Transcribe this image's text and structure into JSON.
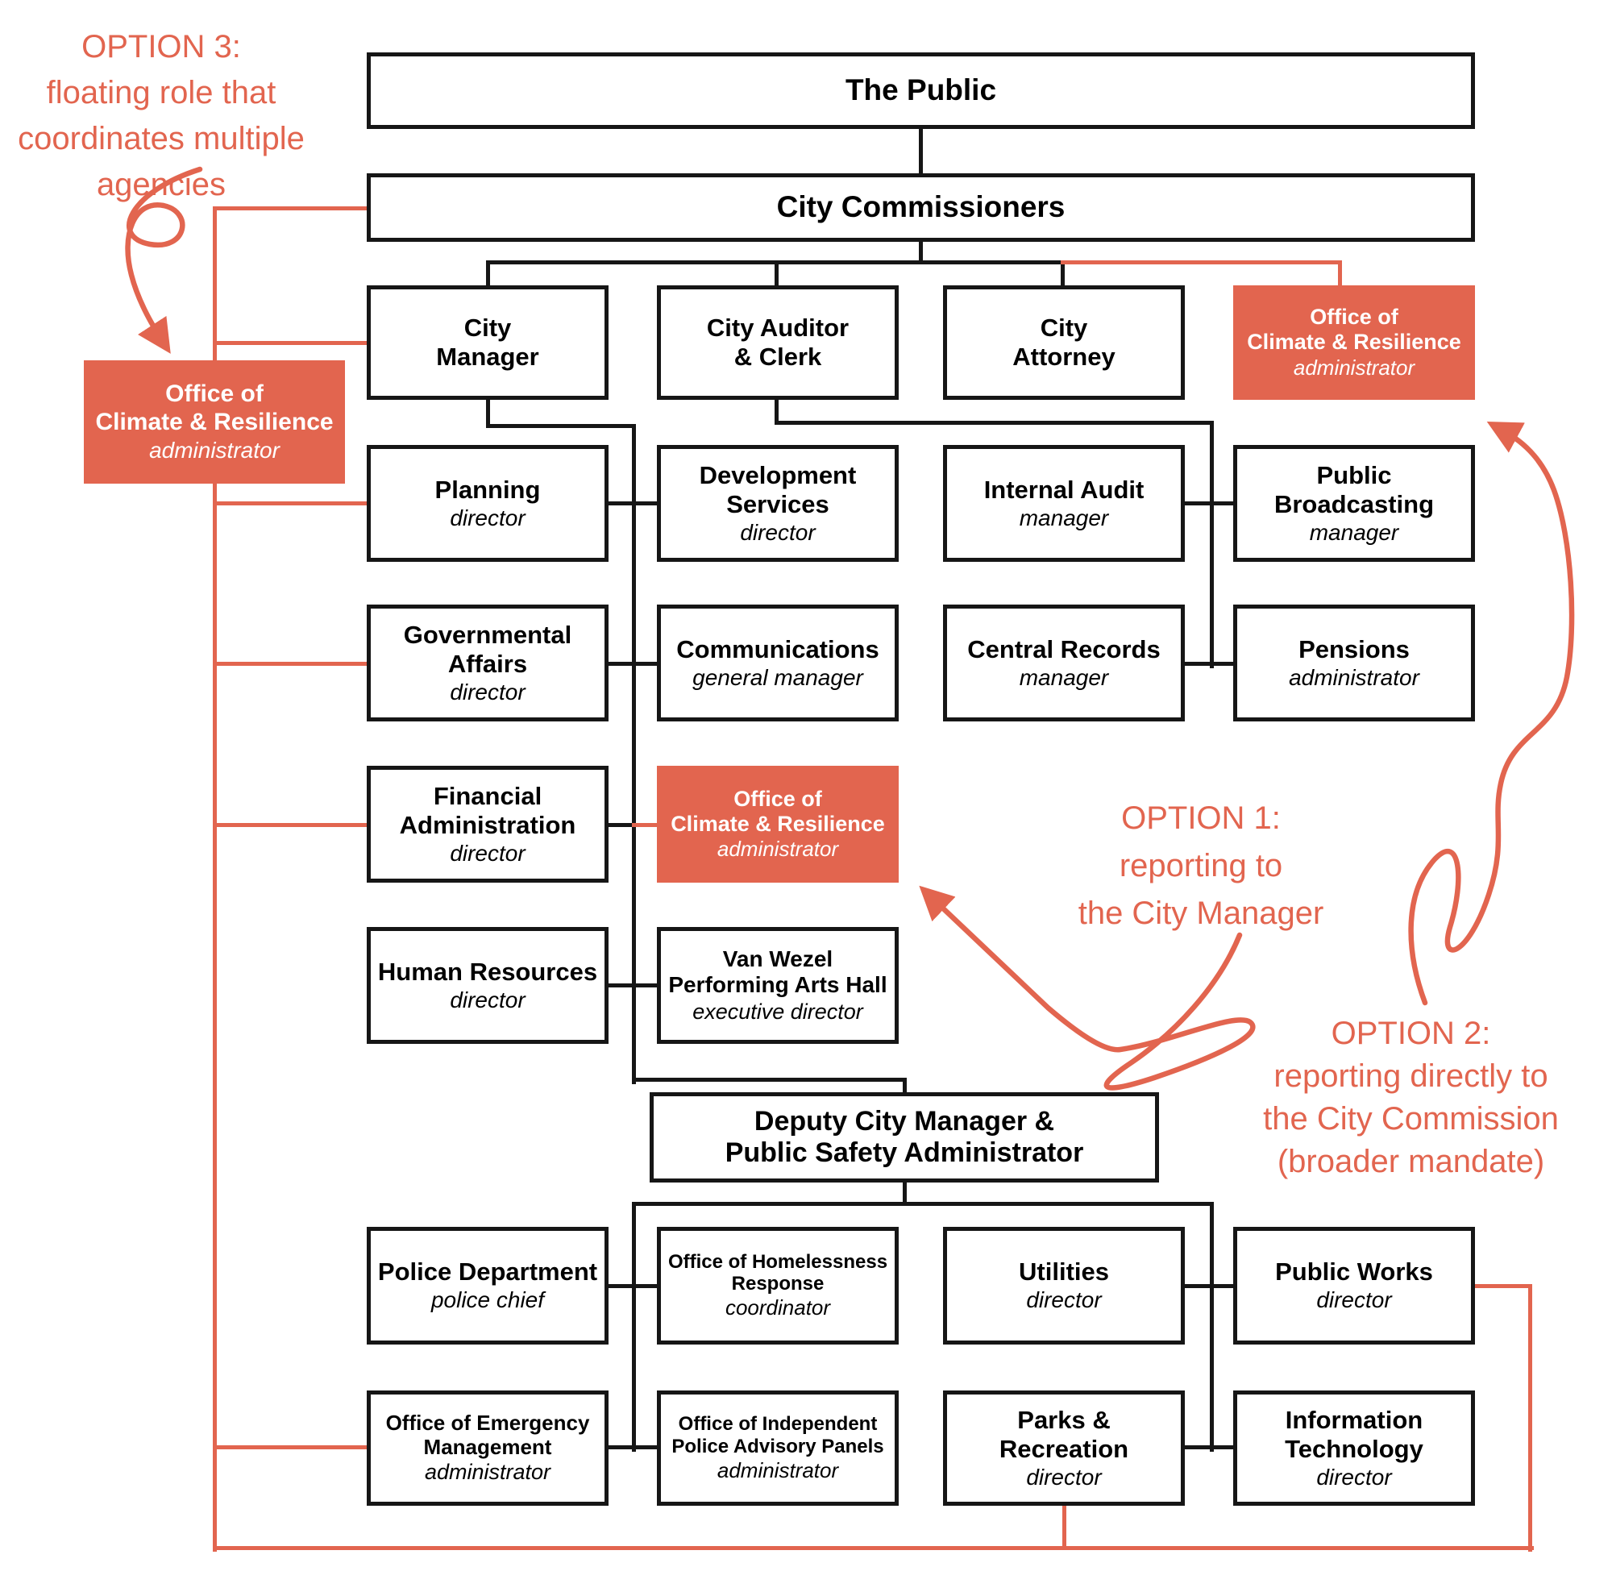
{
  "colors": {
    "accent": "#E2654F",
    "line": "#161616",
    "background": "#FFFFFF"
  },
  "boxes": [
    {
      "id": "the-public",
      "title_lines": [
        "The Public"
      ],
      "variant": "wide"
    },
    {
      "id": "city-commissioners",
      "title_lines": [
        "City Commissioners"
      ],
      "variant": "wide"
    },
    {
      "id": "city-manager",
      "title_lines": [
        "City",
        "Manager"
      ]
    },
    {
      "id": "city-auditor-clerk",
      "title_lines": [
        "City Auditor",
        "& Clerk"
      ]
    },
    {
      "id": "city-attorney",
      "title_lines": [
        "City",
        "Attorney"
      ]
    },
    {
      "id": "ocr-commission",
      "title_lines": [
        "Office of",
        "Climate & Resilience"
      ],
      "subtitle": "administrator",
      "variant": "accent"
    },
    {
      "id": "planning",
      "title_lines": [
        "Planning"
      ],
      "subtitle": "director"
    },
    {
      "id": "development-services",
      "title_lines": [
        "Development",
        "Services"
      ],
      "subtitle": "director"
    },
    {
      "id": "internal-audit",
      "title_lines": [
        "Internal Audit"
      ],
      "subtitle": "manager"
    },
    {
      "id": "public-broadcasting",
      "title_lines": [
        "Public",
        "Broadcasting"
      ],
      "subtitle": "manager"
    },
    {
      "id": "governmental-affairs",
      "title_lines": [
        "Governmental",
        "Affairs"
      ],
      "subtitle": "director"
    },
    {
      "id": "communications",
      "title_lines": [
        "Communications"
      ],
      "subtitle": "general manager"
    },
    {
      "id": "central-records",
      "title_lines": [
        "Central Records"
      ],
      "subtitle": "manager"
    },
    {
      "id": "pensions",
      "title_lines": [
        "Pensions"
      ],
      "subtitle": "administrator"
    },
    {
      "id": "financial-administration",
      "title_lines": [
        "Financial",
        "Administration"
      ],
      "subtitle": "director"
    },
    {
      "id": "ocr-city-manager",
      "title_lines": [
        "Office of",
        "Climate & Resilience"
      ],
      "subtitle": "administrator",
      "variant": "accent"
    },
    {
      "id": "human-resources",
      "title_lines": [
        "Human Resources"
      ],
      "subtitle": "director"
    },
    {
      "id": "van-wezel",
      "title_lines": [
        "Van Wezel",
        "Performing Arts Hall"
      ],
      "subtitle": "executive director"
    },
    {
      "id": "deputy-city-manager",
      "title_lines": [
        "Deputy City Manager &",
        "Public Safety Administrator"
      ],
      "variant": "deputy"
    },
    {
      "id": "police-department",
      "title_lines": [
        "Police Department"
      ],
      "subtitle": "police chief"
    },
    {
      "id": "homelessness-response",
      "title_lines": [
        "Office of Homelessness",
        "Response"
      ],
      "subtitle": "coordinator"
    },
    {
      "id": "utilities",
      "title_lines": [
        "Utilities"
      ],
      "subtitle": "director"
    },
    {
      "id": "public-works",
      "title_lines": [
        "Public Works"
      ],
      "subtitle": "director"
    },
    {
      "id": "emergency-management",
      "title_lines": [
        "Office of Emergency",
        "Management"
      ],
      "subtitle": "administrator"
    },
    {
      "id": "police-advisory-panels",
      "title_lines": [
        "Office of Independent",
        "Police Advisory Panels"
      ],
      "subtitle": "administrator"
    },
    {
      "id": "parks-recreation",
      "title_lines": [
        "Parks &",
        "Recreation"
      ],
      "subtitle": "director"
    },
    {
      "id": "information-technology",
      "title_lines": [
        "Information",
        "Technology"
      ],
      "subtitle": "director"
    },
    {
      "id": "ocr-floating",
      "title_lines": [
        "Office of",
        "Climate & Resilience"
      ],
      "subtitle": "administrator",
      "variant": "accent"
    }
  ],
  "annotations": {
    "option1": {
      "lines": [
        "OPTION 1:",
        "reporting to",
        "the City Manager"
      ]
    },
    "option2": {
      "lines": [
        "OPTION 2:",
        "reporting directly to",
        "the City Commission",
        "(broader mandate)"
      ]
    },
    "option3": {
      "lines": [
        "OPTION 3:",
        "floating role that",
        "coordinates multiple",
        "agencies"
      ]
    }
  }
}
